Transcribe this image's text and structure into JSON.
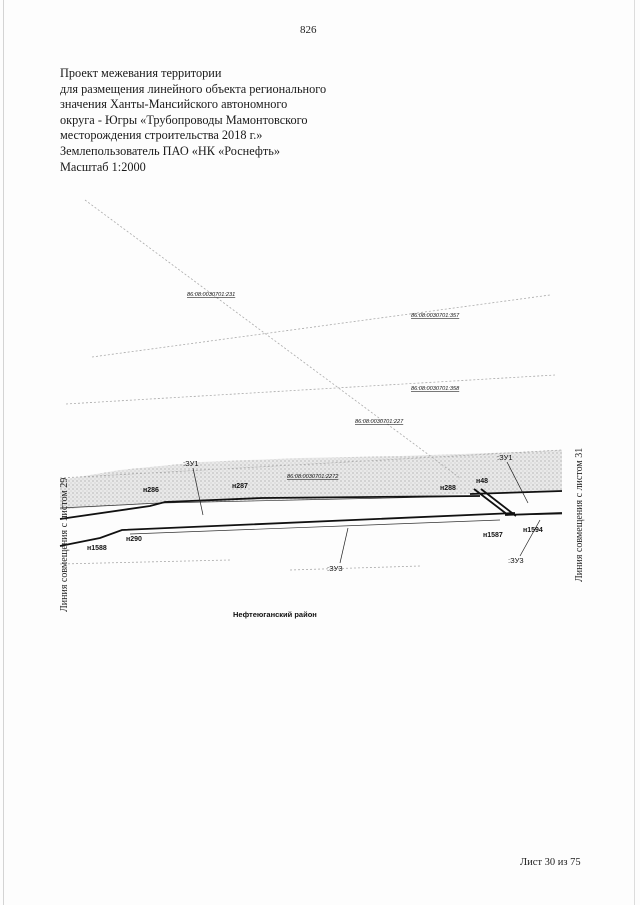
{
  "page_number": "826",
  "header": {
    "lines": [
      "Проект межевания территории",
      "для размещения линейного объекта регионального",
      "значения Ханты-Мансийского автономного",
      "округа - Югры «Трубопроводы Мамонтовского",
      "месторождения строительства 2018 г.»",
      "Землепользователь ПАО «НК «Роснефть»",
      "Масштаб 1:2000"
    ]
  },
  "map": {
    "cadastral_labels": [
      "86:08:0030701:231",
      "86:08:0030701:357",
      "86:08:0030701:358",
      "86:08:0030701:227",
      "86:08:0030701:2272"
    ],
    "points": [
      "н286",
      "н287",
      "н288",
      "н48",
      "н1588",
      "н290",
      "н1587",
      "н1594"
    ],
    "parcel_labels": [
      ":ЗУ1",
      ":ЗУ1",
      ":ЗУ3",
      ":ЗУ3"
    ],
    "district": "Нефтеюганский район",
    "match_line_left": "Линия совмещения с листом 29",
    "match_line_right": "Линия совмещения с листом 31"
  },
  "footer": "Лист 30 из 75"
}
